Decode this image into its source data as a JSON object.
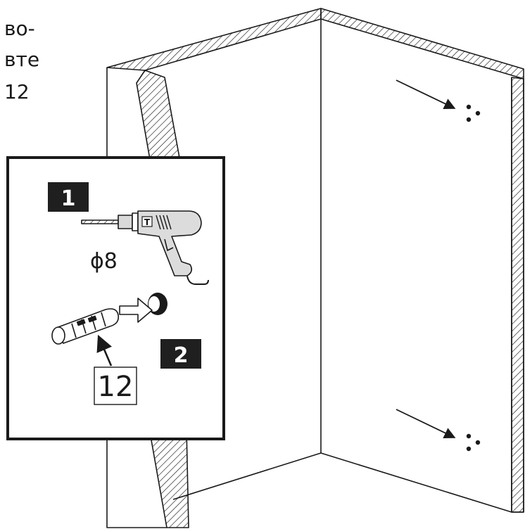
{
  "intro_text": [
    "во-",
    "вте",
    "12"
  ],
  "steps": [
    {
      "number": "1",
      "drill_diameter": "ϕ8",
      "drill_body_letter": "T"
    },
    {
      "number": "2",
      "part_number": "12"
    }
  ],
  "colors": {
    "ink": "#1a1a1a",
    "step_badge": "#1f1f1f",
    "paper": "#ffffff"
  }
}
